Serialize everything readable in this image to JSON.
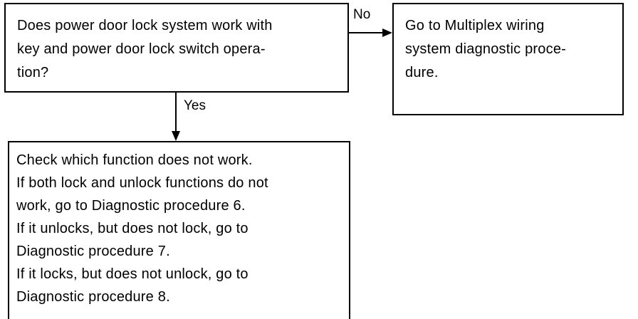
{
  "question": {
    "lines": [
      "Does power door lock system work with",
      "key and power door lock switch opera-",
      "tion?"
    ]
  },
  "no_branch": {
    "label": "No",
    "lines": [
      "Go to Multiplex wiring",
      "system diagnostic proce-",
      "dure."
    ]
  },
  "yes_branch": {
    "label": "Yes",
    "lines": [
      "Check which function does not work.",
      "If both lock and unlock functions do not",
      "work, go to Diagnostic procedure 6.",
      "If it unlocks, but does not lock, go to",
      "Diagnostic procedure 7.",
      "If it locks, but does not unlock, go to",
      "Diagnostic procedure 8."
    ]
  }
}
